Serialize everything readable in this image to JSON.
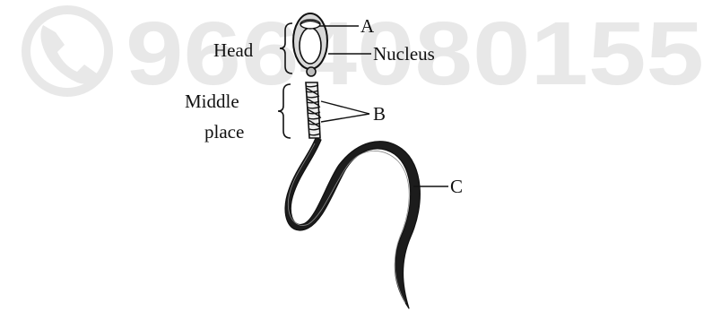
{
  "watermark": {
    "text": "9664080155",
    "icon": "phone-icon",
    "color": "#d6d6d6"
  },
  "diagram": {
    "labels": {
      "head": "Head",
      "a": "A",
      "nucleus": "Nucleus",
      "middle_line1": "Middle",
      "middle_line2": "place",
      "b": "B",
      "c": "C"
    },
    "colors": {
      "ink": "#111111",
      "tail_fill": "#1c1c1c",
      "head_fill": "#d8d8d8"
    }
  }
}
